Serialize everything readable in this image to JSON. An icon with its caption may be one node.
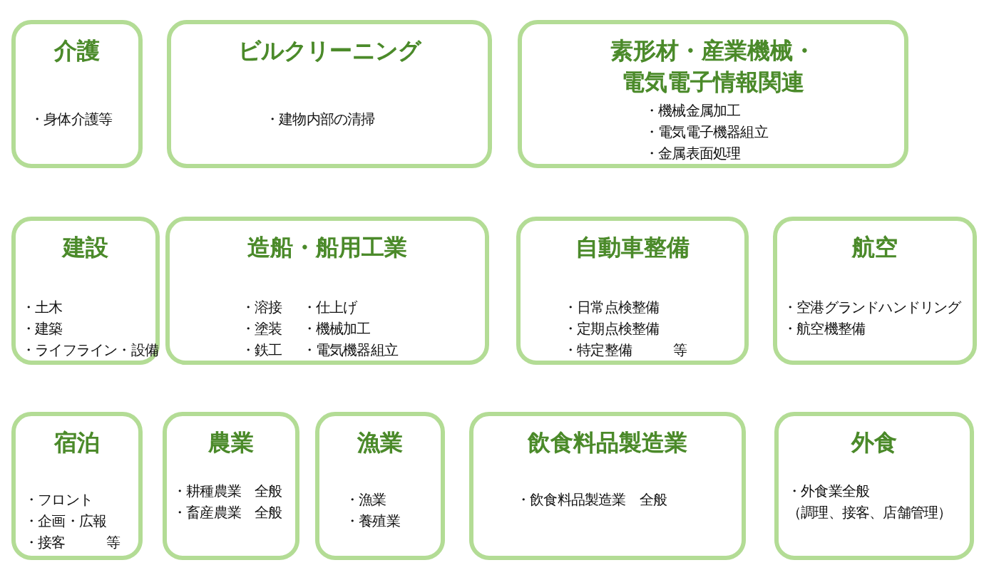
{
  "diagram": {
    "nodes": [
      {
        "text": [
          "介護",
          "・身体介護等"
        ]
      },
      {
        "text": [
          "ビルクリーニング",
          "・建物内部の清掃"
        ]
      },
      {
        "text": [
          "素形材・産業機械・電気電子情報関連",
          "・機械金属加工",
          "・電気電子機器組立",
          "・金属表面処理"
        ]
      },
      {
        "text": [
          "建設",
          "・土木",
          "・建築",
          "・ライフライン・設備"
        ]
      },
      {
        "text": [
          "造船・船用工業",
          "・溶接",
          "・仕上げ",
          "・塗装",
          "・機械加工",
          "・鉄工",
          "・電気機器組立"
        ]
      },
      {
        "text": [
          "自動車整備",
          "・日常点検整備",
          "・定期点検整備",
          "・特定整備　　　等"
        ]
      },
      {
        "text": [
          "航空",
          "・空港グランドハンドリング",
          "・航空機整備"
        ]
      },
      {
        "text": [
          "宿泊",
          "・フロント",
          "・企画・広報",
          "・接客　　　等"
        ]
      },
      {
        "text": [
          "農業",
          "・耕種農業　全般",
          "・畜産農業　全般"
        ]
      },
      {
        "text": [
          "漁業",
          "・漁業",
          "・養殖業"
        ]
      },
      {
        "text": [
          "飲食料品製造業",
          "・飲食料品製造業　全般"
        ]
      },
      {
        "text": [
          "外食",
          "・外食業全般",
          "（調理、接客、店舗管理）"
        ]
      }
    ]
  }
}
